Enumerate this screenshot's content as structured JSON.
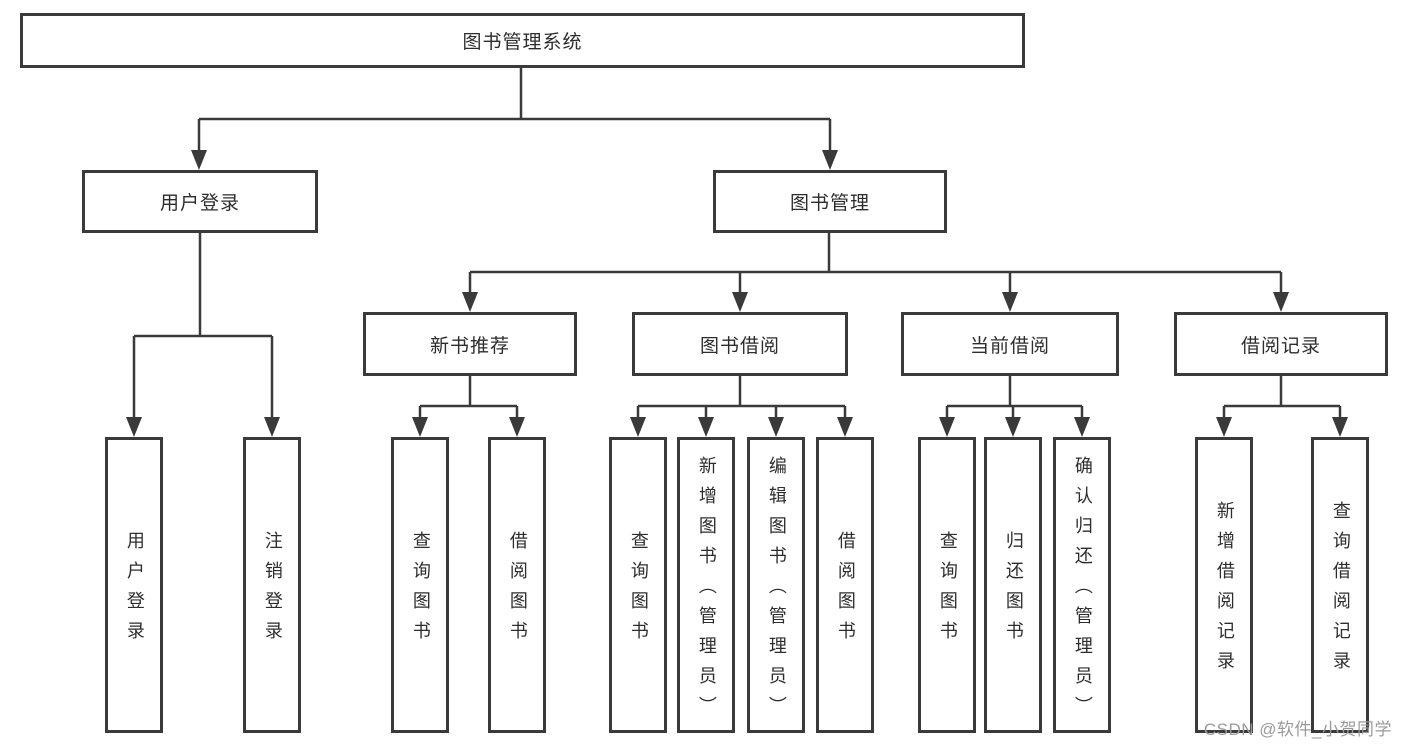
{
  "tree": {
    "root": "图书管理系统",
    "branches": [
      {
        "label": "用户登录",
        "children": [
          "用户登录",
          "注销登录"
        ]
      },
      {
        "label": "图书管理",
        "groups": [
          {
            "label": "新书推荐",
            "children": [
              "查询图书",
              "借阅图书"
            ]
          },
          {
            "label": "图书借阅",
            "children": [
              "查询图书",
              "新增图书（管理员）",
              "编辑图书（管理员）",
              "借阅图书"
            ]
          },
          {
            "label": "当前借阅",
            "children": [
              "查询图书",
              "归还图书",
              "确认归还（管理员）"
            ]
          },
          {
            "label": "借阅记录",
            "children": [
              "新增借阅记录",
              "查询借阅记录"
            ]
          }
        ]
      }
    ]
  },
  "watermark": {
    "text": "CSDN @软件_小贺同学"
  },
  "colors": {
    "line": "#3a3a3a",
    "border": "#3a3a3a",
    "text": "#2d2d2d",
    "background": "#ffffff",
    "watermark": "#9a9a9a"
  }
}
